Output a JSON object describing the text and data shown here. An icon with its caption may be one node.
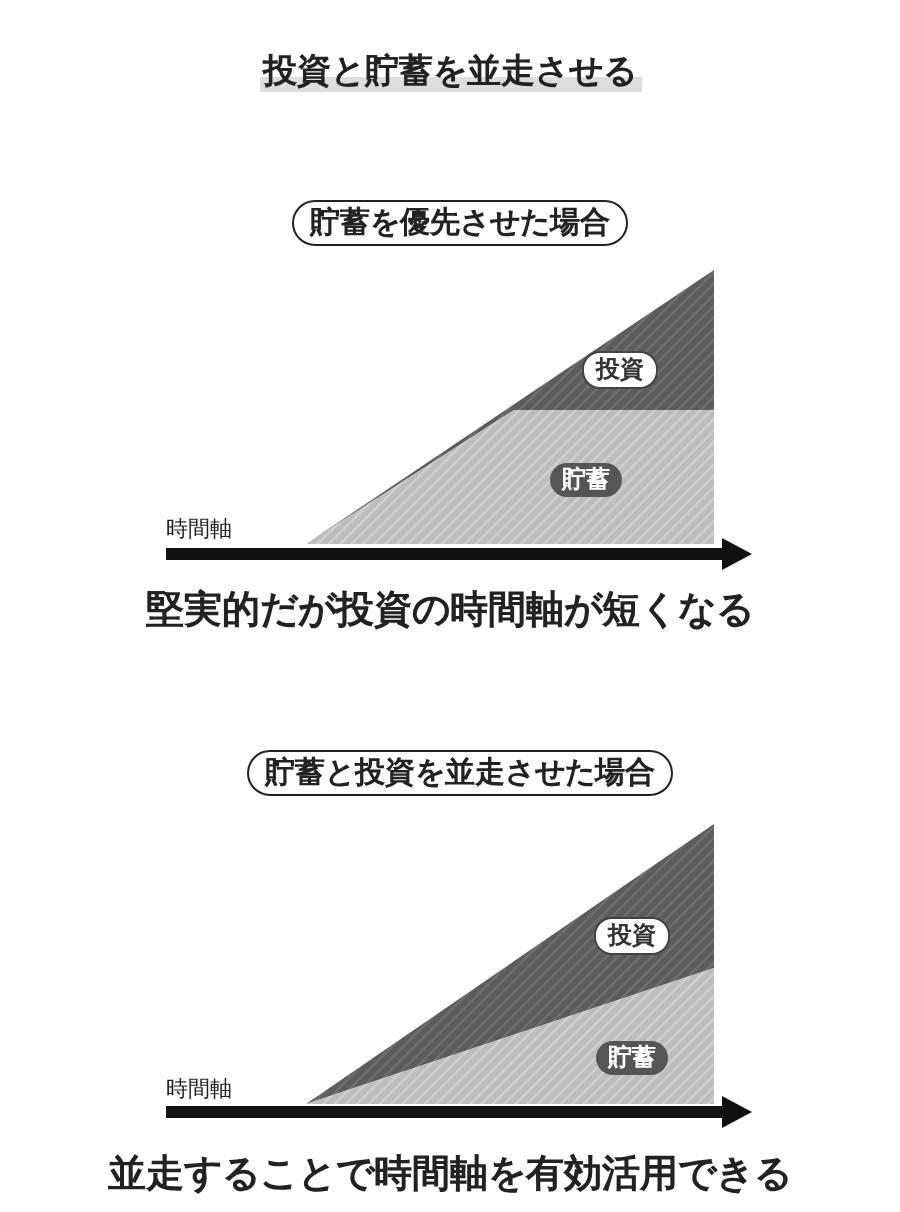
{
  "diagram": {
    "title": "投資と貯蓄を並走させる",
    "nodes": [
      {
        "text": [
          "貯蓄を優先させた場合"
        ]
      },
      {
        "text": [
          "投資"
        ]
      },
      {
        "text": [
          "貯蓄"
        ]
      },
      {
        "text": [
          "貯蓄と投資を並走させた場合"
        ]
      },
      {
        "text": [
          "投資"
        ]
      },
      {
        "text": [
          "貯蓄"
        ]
      }
    ],
    "edges": [],
    "labels": [
      "時間軸",
      "堅実的だが投資の時間軸が短くなる",
      "時間軸",
      "並走することで時間軸を有効活用できる"
    ]
  }
}
